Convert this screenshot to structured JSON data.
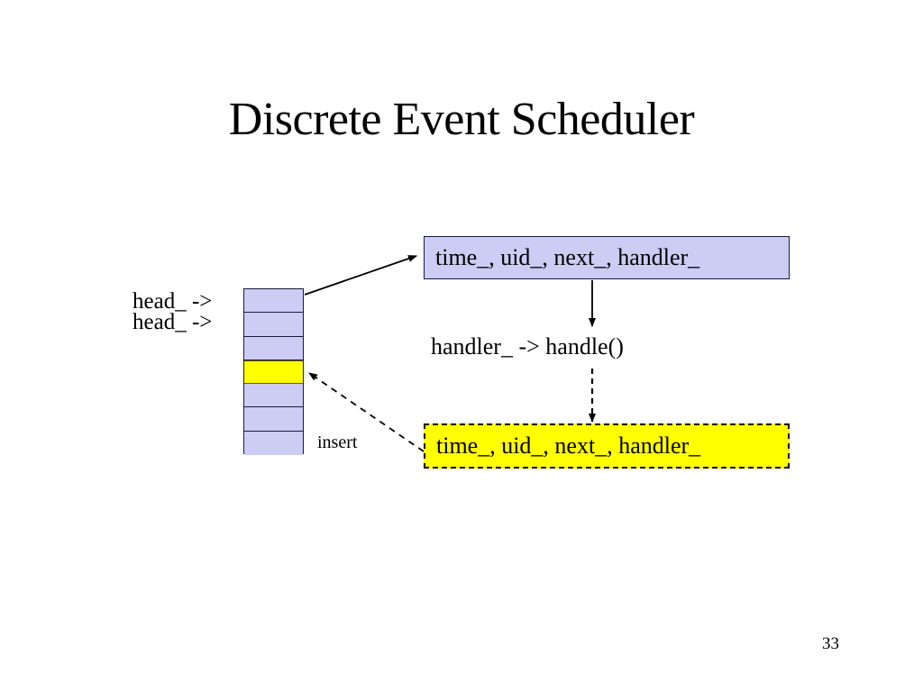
{
  "slide": {
    "title": "Discrete Event Scheduler",
    "page_number": "33",
    "background_color": "#ffffff"
  },
  "colors": {
    "cell_fill": "#ccccf5",
    "cell_border": "#1a1a3d",
    "highlight_fill": "#ffff00",
    "highlight_border": "#6b5b00",
    "record_box_fill": "#ccccf5",
    "record_box_border": "#1a1a3d",
    "pending_box_fill": "#ffff00",
    "pending_box_border": "#000000",
    "arrow_color": "#000000",
    "text_color": "#000000"
  },
  "diagram": {
    "head_labels": [
      {
        "label": "head_ ->"
      },
      {
        "label": "head_ ->"
      }
    ],
    "queue": {
      "name": "event-queue-stack",
      "cell_count": 7,
      "highlighted_index": 3,
      "cells": [
        {
          "state": "normal"
        },
        {
          "state": "normal"
        },
        {
          "state": "normal"
        },
        {
          "state": "highlighted"
        },
        {
          "state": "normal"
        },
        {
          "state": "normal"
        },
        {
          "state": "normal"
        }
      ]
    },
    "record_box_top": {
      "label": "time_, uid_, next_, handler_",
      "fill": "#ccccf5",
      "border_style": "solid"
    },
    "record_box_bottom": {
      "label": "time_, uid_, next_, handler_",
      "fill": "#ffff00",
      "border_style": "dashed"
    },
    "handler_call": {
      "label": "handler_ -> handle()"
    },
    "insert_label": {
      "label": "insert"
    },
    "arrows": [
      {
        "name": "queue-head-to-record-arrow",
        "style": "solid",
        "from": "queue-cell-0",
        "to": "record-box-top"
      },
      {
        "name": "record-to-handler-arrow",
        "style": "solid",
        "from": "record-box-top",
        "to": "handler-call-text"
      },
      {
        "name": "handler-to-pending-record-arrow",
        "style": "dashed",
        "from": "handler-call-text",
        "to": "record-box-bottom"
      },
      {
        "name": "insert-arrow",
        "style": "dashed",
        "from": "record-box-bottom",
        "to": "queue-cell-3"
      }
    ]
  }
}
